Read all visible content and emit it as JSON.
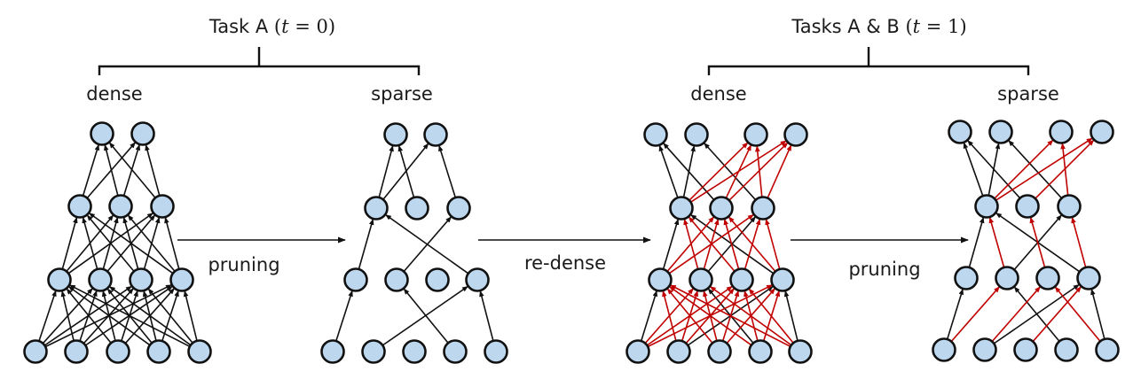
{
  "titles": {
    "task_a": {
      "prefix": "Task A ",
      "open": "(",
      "var": "t",
      "eq": " = ",
      "val": "0",
      "close": ")"
    },
    "task_b": {
      "prefix": "Tasks A & B ",
      "open": "(",
      "var": "t",
      "eq": " = ",
      "val": "1",
      "close": ")"
    }
  },
  "network_labels": [
    "dense",
    "sparse",
    "dense",
    "sparse"
  ],
  "arrow_labels": [
    "pruning",
    "re-dense",
    "pruning"
  ],
  "colors": {
    "node_fill": "#bdd7ee",
    "node_stroke": "#111111",
    "edge_old": "#111111",
    "edge_new": "#c00000"
  },
  "networks": [
    {
      "name": "dense-task-a",
      "edges": {
        "0-1": [
          [
            0,
            0
          ],
          [
            0,
            1
          ],
          [
            0,
            2
          ],
          [
            0,
            3
          ],
          [
            1,
            0
          ],
          [
            1,
            1
          ],
          [
            1,
            2
          ],
          [
            1,
            3
          ],
          [
            2,
            0
          ],
          [
            2,
            1
          ],
          [
            2,
            2
          ],
          [
            2,
            3
          ],
          [
            3,
            0
          ],
          [
            3,
            1
          ],
          [
            3,
            2
          ],
          [
            3,
            3
          ],
          [
            4,
            0
          ],
          [
            4,
            1
          ],
          [
            4,
            2
          ],
          [
            4,
            3
          ]
        ],
        "1-2": [
          [
            0,
            0
          ],
          [
            0,
            1
          ],
          [
            0,
            2
          ],
          [
            1,
            0
          ],
          [
            1,
            1
          ],
          [
            1,
            2
          ],
          [
            2,
            0
          ],
          [
            2,
            1
          ],
          [
            2,
            2
          ],
          [
            3,
            0
          ],
          [
            3,
            1
          ],
          [
            3,
            2
          ]
        ],
        "2-3": [
          [
            0,
            0
          ],
          [
            0,
            1
          ],
          [
            1,
            0
          ],
          [
            1,
            1
          ],
          [
            2,
            0
          ],
          [
            2,
            1
          ]
        ]
      }
    },
    {
      "name": "sparse-task-a",
      "edges": {
        "0-1": [
          [
            0,
            0
          ],
          [
            1,
            3
          ],
          [
            3,
            1
          ],
          [
            4,
            3
          ]
        ],
        "1-2": [
          [
            0,
            0
          ],
          [
            1,
            2
          ],
          [
            3,
            0
          ]
        ],
        "2-3": [
          [
            0,
            0
          ],
          [
            0,
            1
          ],
          [
            1,
            0
          ],
          [
            2,
            1
          ]
        ]
      }
    },
    {
      "name": "dense-task-ab",
      "edges": {
        "0-1": [
          [
            0,
            0
          ],
          [
            1,
            3
          ],
          [
            3,
            1
          ],
          [
            4,
            3
          ]
        ],
        "1-2": [
          [
            0,
            0
          ],
          [
            1,
            2
          ],
          [
            3,
            0
          ]
        ],
        "2-3": [
          [
            0,
            0
          ],
          [
            0,
            1
          ],
          [
            1,
            0
          ],
          [
            2,
            1
          ]
        ]
      },
      "new_edges": {
        "0-1": [
          [
            0,
            1
          ],
          [
            0,
            2
          ],
          [
            0,
            3
          ],
          [
            1,
            0
          ],
          [
            1,
            1
          ],
          [
            1,
            2
          ],
          [
            2,
            0
          ],
          [
            2,
            1
          ],
          [
            2,
            2
          ],
          [
            2,
            3
          ],
          [
            3,
            0
          ],
          [
            3,
            2
          ],
          [
            3,
            3
          ],
          [
            4,
            0
          ],
          [
            4,
            1
          ],
          [
            4,
            2
          ]
        ],
        "1-2": [
          [
            0,
            1
          ],
          [
            0,
            2
          ],
          [
            1,
            0
          ],
          [
            1,
            1
          ],
          [
            2,
            0
          ],
          [
            2,
            1
          ],
          [
            2,
            2
          ],
          [
            3,
            1
          ],
          [
            3,
            2
          ]
        ],
        "2-3": [
          [
            0,
            2
          ],
          [
            0,
            3
          ],
          [
            1,
            2
          ],
          [
            1,
            3
          ],
          [
            2,
            2
          ],
          [
            2,
            3
          ]
        ]
      }
    },
    {
      "name": "sparse-task-ab",
      "edges": {
        "0-1": [
          [
            0,
            0
          ],
          [
            1,
            3
          ],
          [
            3,
            1
          ],
          [
            4,
            3
          ]
        ],
        "1-2": [
          [
            0,
            0
          ],
          [
            1,
            2
          ],
          [
            3,
            0
          ]
        ],
        "2-3": [
          [
            0,
            0
          ],
          [
            0,
            1
          ],
          [
            1,
            0
          ],
          [
            2,
            1
          ]
        ]
      },
      "new_edges": {
        "0-1": [
          [
            0,
            1
          ],
          [
            1,
            2
          ],
          [
            2,
            3
          ],
          [
            4,
            2
          ]
        ],
        "1-2": [
          [
            1,
            0
          ],
          [
            2,
            1
          ],
          [
            3,
            2
          ]
        ],
        "2-3": [
          [
            0,
            2
          ],
          [
            0,
            3
          ],
          [
            1,
            3
          ],
          [
            2,
            2
          ]
        ]
      }
    }
  ]
}
